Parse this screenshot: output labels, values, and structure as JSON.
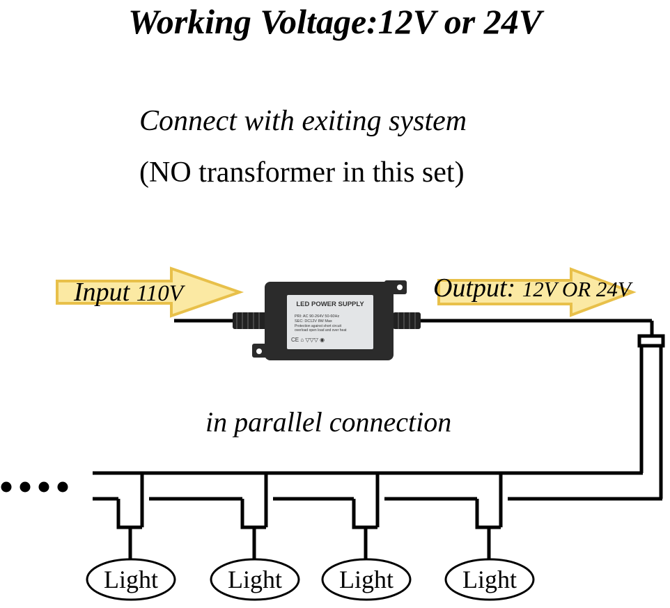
{
  "title": "Working Voltage:12V or 24V",
  "subtitle_line1": "Connect with exiting system",
  "subtitle_line2": "(NO transformer in this set)",
  "input": {
    "word": "Input",
    "value": "110V"
  },
  "output": {
    "word": "Output:",
    "value": "12V OR 24V"
  },
  "power_supply": {
    "heading": "LED POWER SUPPLY",
    "spec_line1": "PRI: AC 90-264V  50-60Hz",
    "spec_line2": "SEC: DC12V      8W Max",
    "spec_line3": "Protection against short circuit",
    "spec_line4": "overload open load and over heat",
    "marks": "CE  ⌂  ▽▽▽  ◉"
  },
  "connection_label": "in parallel connection",
  "continuation_dots": "● ● ● ●",
  "lights": [
    {
      "label": "Light"
    },
    {
      "label": "Light"
    },
    {
      "label": "Light"
    },
    {
      "label": "Light"
    }
  ],
  "colors": {
    "arrow_fill": "#fbe9a3",
    "arrow_edge": "#e8c04a",
    "psu_body": "#2b2b2b",
    "psu_label": "#e3e5e7",
    "wire": "#000000"
  }
}
